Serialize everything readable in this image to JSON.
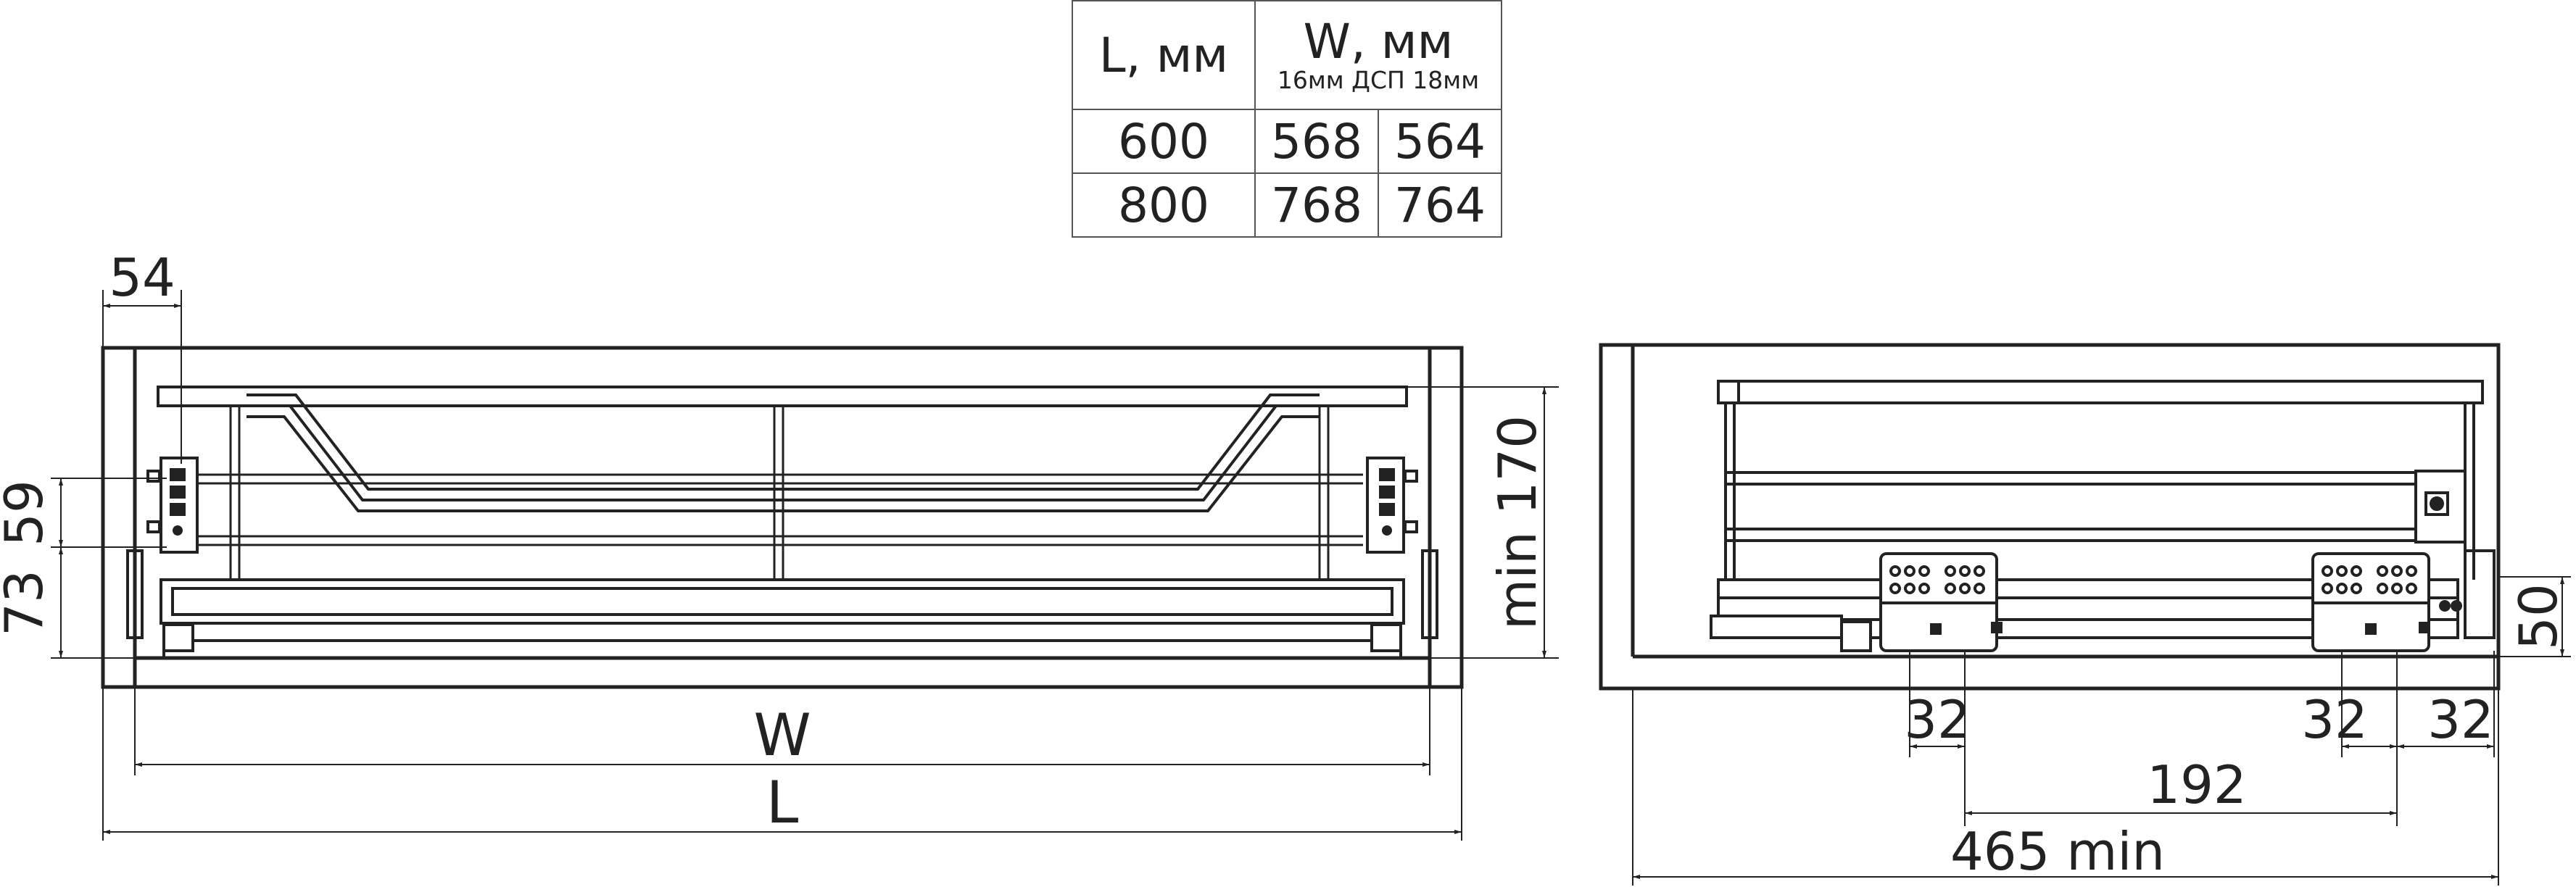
{
  "table": {
    "header": {
      "length_label": "L, мм",
      "width_label": "W, мм",
      "width_sub": "16мм ДСП 18мм"
    },
    "rows": [
      {
        "l": "600",
        "w16": "568",
        "w18": "564"
      },
      {
        "l": "800",
        "w16": "768",
        "w18": "764"
      }
    ]
  },
  "front_view": {
    "dims": {
      "top_offset": "54",
      "left_a": "59",
      "left_b": "73",
      "right_height": "min 170",
      "inner_width": "W",
      "outer_length": "L"
    }
  },
  "side_view": {
    "dims": {
      "hole_a": "32",
      "hole_b": "32",
      "hole_c": "32",
      "spacing": "192",
      "depth": "465 min",
      "height": "50"
    }
  },
  "colors": {
    "line": "#222222",
    "fill": "#ffffff"
  }
}
